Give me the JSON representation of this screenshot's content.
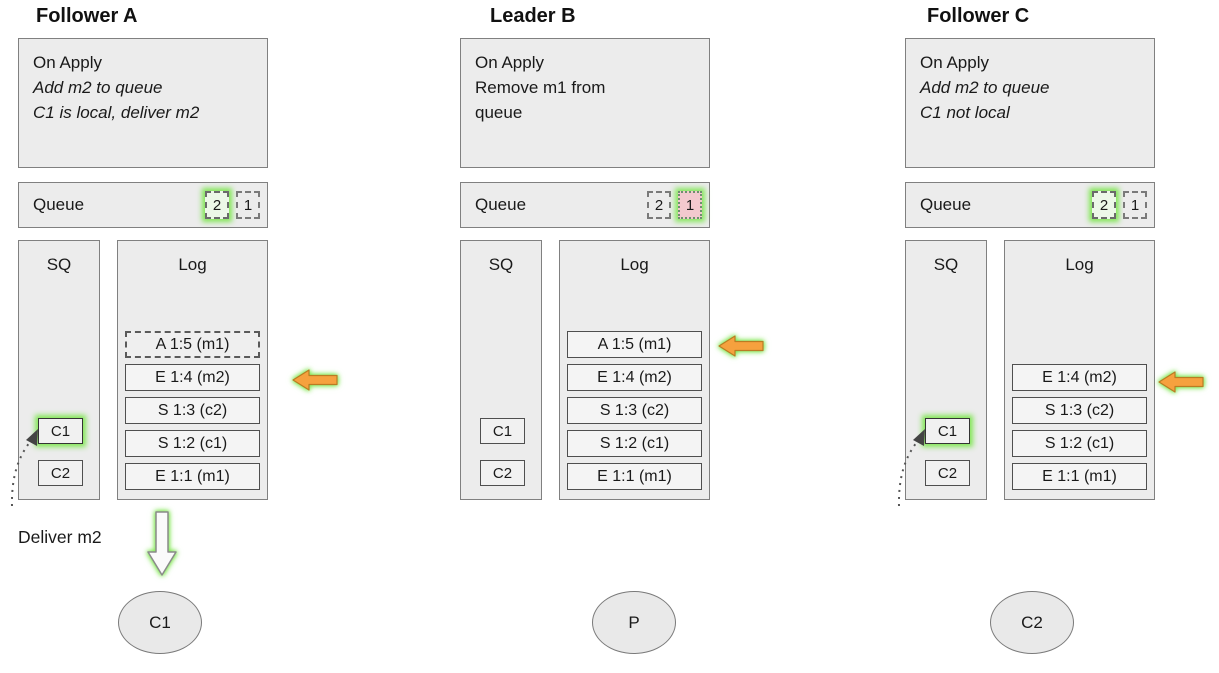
{
  "columns": [
    {
      "title": "Follower A",
      "on_apply": {
        "header": "On Apply",
        "line1": "Add m2 to queue",
        "line2": "C1 is local, deliver m2"
      },
      "queue": {
        "label": "Queue",
        "slot_left": "2",
        "slot_right": "1"
      },
      "sq": {
        "label": "SQ",
        "item1": "C1",
        "item2": "C2"
      },
      "log": {
        "label": "Log",
        "entries": [
          "A 1:5 (m1)",
          "E 1:4 (m2)",
          "S 1:3 (c2)",
          "S 1:2 (c1)",
          "E 1:1 (m1)"
        ]
      },
      "deliver_label": "Deliver m2",
      "client": "C1"
    },
    {
      "title": "Leader B",
      "on_apply": {
        "header": "On Apply",
        "line1": "Remove m1 from",
        "line2": "queue"
      },
      "queue": {
        "label": "Queue",
        "slot_left": "2",
        "slot_right": "1"
      },
      "sq": {
        "label": "SQ",
        "item1": "C1",
        "item2": "C2"
      },
      "log": {
        "label": "Log",
        "entries": [
          "A 1:5 (m1)",
          "E 1:4 (m2)",
          "S 1:3 (c2)",
          "S 1:2 (c1)",
          "E 1:1 (m1)"
        ]
      },
      "client": "P"
    },
    {
      "title": "Follower C",
      "on_apply": {
        "header": "On Apply",
        "line1": "Add m2 to queue",
        "line2": "C1 not local"
      },
      "queue": {
        "label": "Queue",
        "slot_left": "2",
        "slot_right": "1"
      },
      "sq": {
        "label": "SQ",
        "item1": "C1",
        "item2": "C2"
      },
      "log": {
        "label": "Log",
        "entries": [
          "E 1:4 (m2)",
          "S 1:3 (c2)",
          "S 1:2 (c1)",
          "E 1:1 (m1)"
        ]
      },
      "client": "C2"
    }
  ],
  "colors": {
    "highlight_green": "#76e645",
    "removal_pink": "#f3c9ce",
    "arrow_orange": "#f6a13e",
    "box_fill": "#ececec"
  }
}
